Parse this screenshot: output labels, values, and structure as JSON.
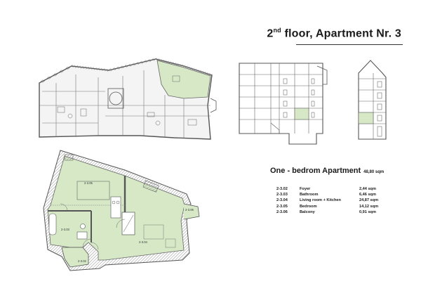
{
  "header": {
    "title_ordinal": "2",
    "title_sup": "nd",
    "title_rest": " floor, Apartment Nr. 3"
  },
  "apartment": {
    "title": "One - bedrom Apartment",
    "total_area": "48,80 sqm"
  },
  "rooms": [
    {
      "id": "2-3.02",
      "name": "Foyer",
      "area": "2,44 sqm"
    },
    {
      "id": "2-3.03",
      "name": "Bathroom",
      "area": "6,46 sqm"
    },
    {
      "id": "2-3.04",
      "name": "Living room + Kitchen",
      "area": "24,87 sqm"
    },
    {
      "id": "2-3.05",
      "name": "Bedroom",
      "area": "14,12 sqm"
    },
    {
      "id": "2-3.06",
      "name": "Balcony",
      "area": "0,91 sqm"
    }
  ],
  "plan_labels": {
    "r05": "2-3.05",
    "r04": "2-3.04",
    "r03": "2-3.03",
    "r02": "2-3.02",
    "r06": "2-3.06"
  },
  "colors": {
    "highlight": "#d6e8c6",
    "wall": "#555555",
    "hatch": "#888888"
  }
}
